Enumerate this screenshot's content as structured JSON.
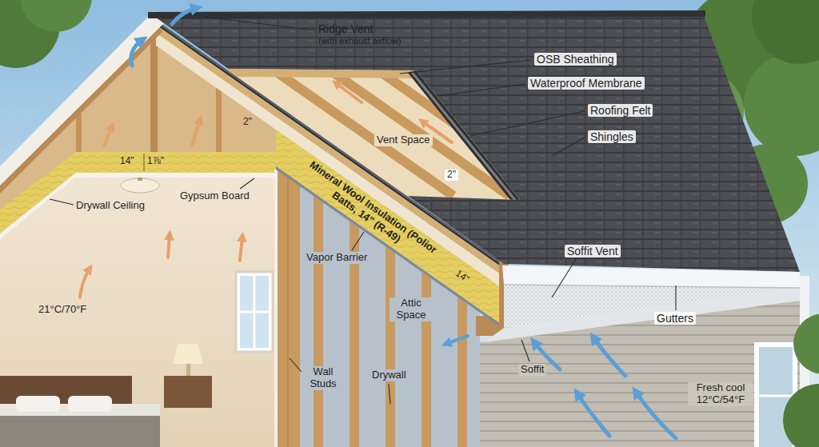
{
  "diagram": {
    "labels": [
      "Ridge Vent",
      "(with exhaust airflow)",
      "OSB Sheathing",
      "Waterproof Membrane",
      "Roofing Felt",
      "Shingles",
      "14\"",
      "1⅞\"",
      "2\"",
      "Drywall Ceiling",
      "Gypsum Board",
      "Mineral Wool Insulation (Polior Batts, 14\" (R-49)",
      "Vent Space",
      "2\"",
      "14\"",
      "Vapor Barrier",
      "Soffit Vent",
      "Attic Space",
      "21°C/70°F",
      "Wall Studs",
      "Drywall",
      "Gutters",
      "Soffit",
      "Fresh cool 12°C/54°F"
    ]
  }
}
